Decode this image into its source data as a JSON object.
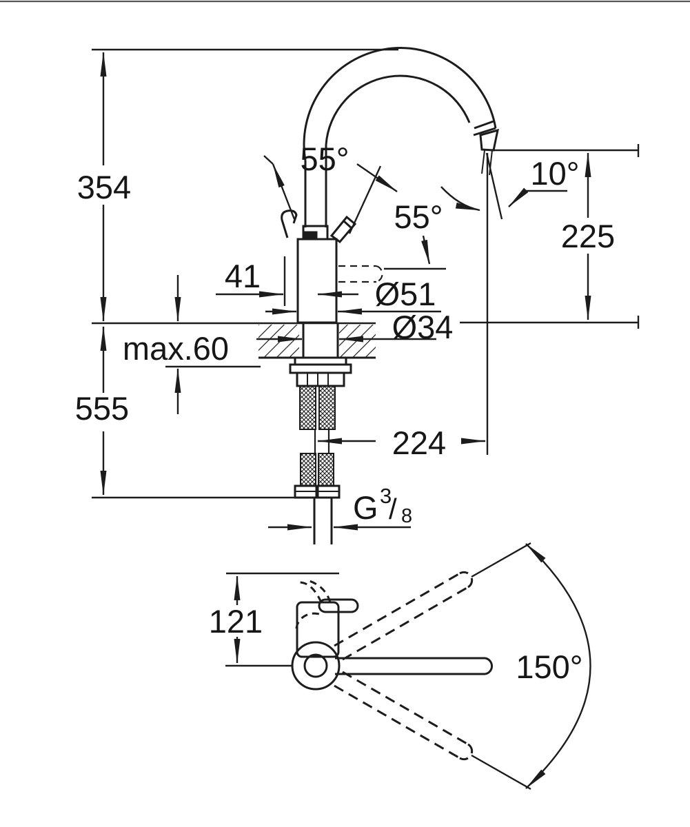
{
  "drawing": {
    "kind": "technical-dimension-drawing",
    "subject": "single-lever kitchen sink mixer tap with high swivel spout",
    "line_color": "#1c1c1c",
    "background_color": "#ffffff",
    "front_view": {
      "dims": {
        "height_above_deck": "354",
        "total_height_below": "555",
        "max_deck_thickness": "max.60",
        "handle_offset": "41",
        "handle_angle_left": "55°",
        "handle_angle_right": "55°",
        "outlet_angle": "10°",
        "outlet_height": "225",
        "body_diameter": "Ø51",
        "shank_diameter": "Ø34",
        "spout_reach": "224"
      },
      "thread": {
        "g": "G",
        "numerator": "3",
        "slash": "/",
        "denominator": "8"
      }
    },
    "top_view": {
      "dims": {
        "back_edge_to_spout_axis": "121",
        "spout_swivel_range": "150°"
      }
    }
  }
}
